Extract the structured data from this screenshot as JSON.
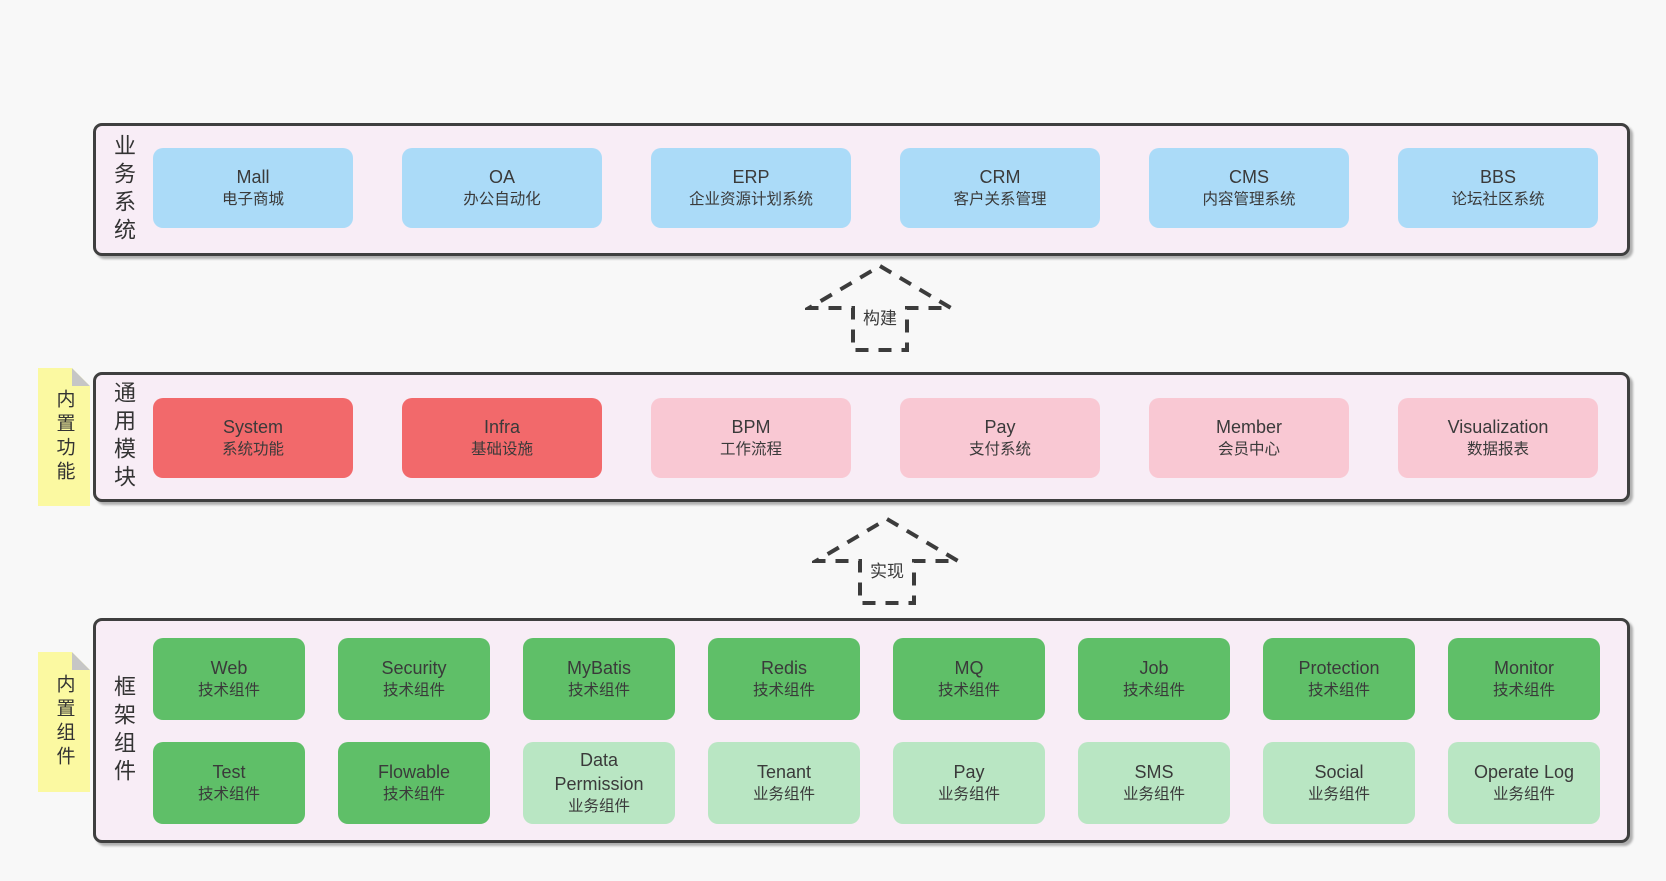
{
  "business": {
    "label": "业务系统",
    "boxes": [
      {
        "name": "Mall",
        "desc": "电子商城"
      },
      {
        "name": "OA",
        "desc": "办公自动化"
      },
      {
        "name": "ERP",
        "desc": "企业资源计划系统"
      },
      {
        "name": "CRM",
        "desc": "客户关系管理"
      },
      {
        "name": "CMS",
        "desc": "内容管理系统"
      },
      {
        "name": "BBS",
        "desc": "论坛社区系统"
      }
    ]
  },
  "arrows": {
    "build": "构建",
    "implement": "实现"
  },
  "modules": {
    "label": "通用模块",
    "note": "内置功能",
    "boxes": [
      {
        "name": "System",
        "desc": "系统功能"
      },
      {
        "name": "Infra",
        "desc": "基础设施"
      },
      {
        "name": "BPM",
        "desc": "工作流程"
      },
      {
        "name": "Pay",
        "desc": "支付系统"
      },
      {
        "name": "Member",
        "desc": "会员中心"
      },
      {
        "name": "Visualization",
        "desc": "数据报表"
      }
    ]
  },
  "framework": {
    "label": "框架组件",
    "note": "内置组件",
    "row1": [
      {
        "name": "Web",
        "desc": "技术组件"
      },
      {
        "name": "Security",
        "desc": "技术组件"
      },
      {
        "name": "MyBatis",
        "desc": "技术组件"
      },
      {
        "name": "Redis",
        "desc": "技术组件"
      },
      {
        "name": "MQ",
        "desc": "技术组件"
      },
      {
        "name": "Job",
        "desc": "技术组件"
      },
      {
        "name": "Protection",
        "desc": "技术组件"
      },
      {
        "name": "Monitor",
        "desc": "技术组件"
      }
    ],
    "row2": [
      {
        "name": "Test",
        "desc": "技术组件"
      },
      {
        "name": "Flowable",
        "desc": "技术组件"
      },
      {
        "name": "Data Permission",
        "desc": "业务组件"
      },
      {
        "name": "Tenant",
        "desc": "业务组件"
      },
      {
        "name": "Pay",
        "desc": "业务组件"
      },
      {
        "name": "SMS",
        "desc": "业务组件"
      },
      {
        "name": "Social",
        "desc": "业务组件"
      },
      {
        "name": "Operate Log",
        "desc": "业务组件"
      }
    ]
  },
  "colors": {
    "page_bg": "#f8f8f8",
    "panel_bg": "#f8edf6",
    "panel_border": "#3f3f3f",
    "blue_box": "#abdbf8",
    "red_box": "#f2696b",
    "pink_box": "#f9c8d3",
    "green_box": "#5fbf68",
    "light_green_box": "#b9e6c3",
    "note_bg": "#fbf9a1",
    "note_fold": "#c6c6c6",
    "text": "#3a3a3a"
  }
}
